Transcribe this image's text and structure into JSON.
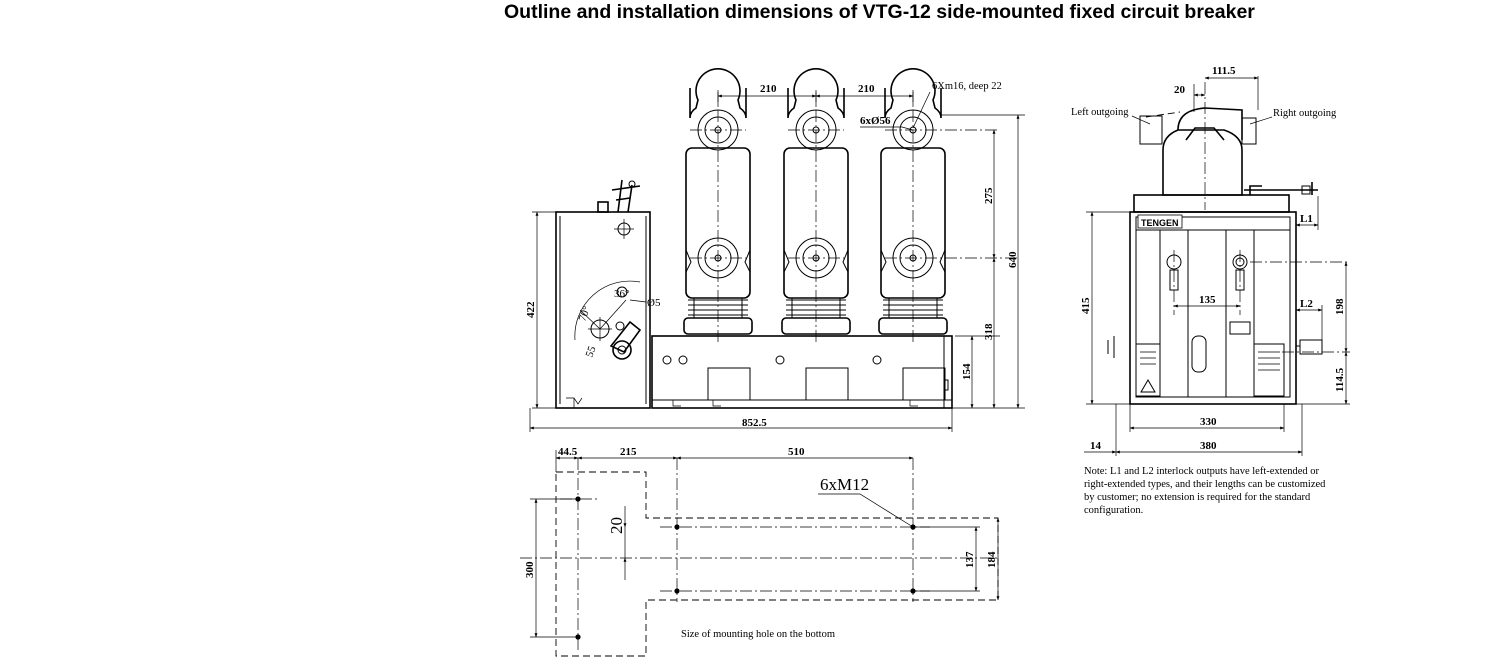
{
  "title": "Outline and installation dimensions of VTG-12 side-mounted fixed circuit breaker",
  "front_view": {
    "pitch_left": "210",
    "pitch_right": "210",
    "terminal_thread": "6Xm16, deep 22",
    "terminal_dia": "6xØ56",
    "height_275": "275",
    "height_640": "640",
    "height_318": "318",
    "height_154": "154",
    "height_422": "422",
    "width_total": "852.5",
    "angle_36": "36°",
    "angle_70": "70°",
    "dia_5": "Ø5",
    "dim_55": "55"
  },
  "side_view": {
    "offset_20": "20",
    "offset_111_5": "111.5",
    "left_outgoing": "Left outgoing",
    "right_outgoing": "Right outgoing",
    "brand": "TENGEN",
    "label_l1": "L1",
    "label_l2": "L2",
    "height_415": "415",
    "width_135": "135",
    "height_198": "198",
    "height_114_5": "114.5",
    "width_330": "330",
    "width_380": "380",
    "offset_14": "14",
    "note": [
      "Note: L1 and L2 interlock outputs have left-extended or",
      "right-extended types, and their lengths can be customized",
      "by customer; no extension is required for the standard",
      "configuration."
    ]
  },
  "bottom_view": {
    "dim_44_5": "44.5",
    "dim_215": "215",
    "dim_510": "510",
    "holes": "6xM12",
    "dim_20": "20",
    "dim_300": "300",
    "dim_137": "137",
    "dim_184": "184",
    "caption": "Size of mounting hole on the bottom"
  }
}
